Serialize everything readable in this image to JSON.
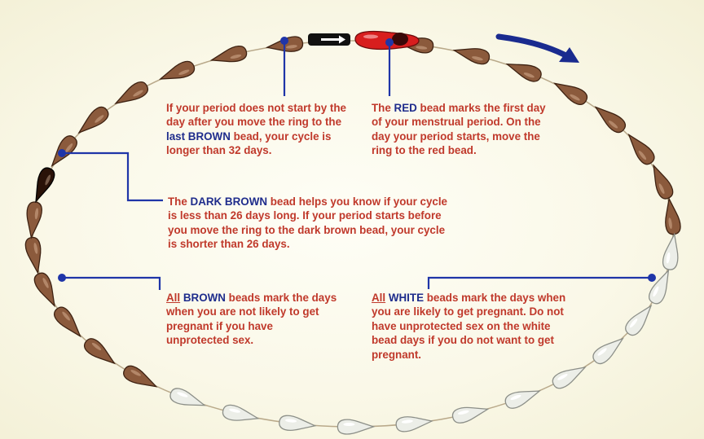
{
  "colors": {
    "text": "#c0392b",
    "keyword": "#1f2d8c",
    "leader": "#1f35a8",
    "brown_bead": "#8b5a3c",
    "dark_brown_bead": "#2a1208",
    "white_bead": "#eceee8",
    "red_bead": "#d81e1e",
    "black_bead": "#111111",
    "arrow": "#1a2b8f"
  },
  "icons": [
    "direction-arrow-icon",
    "ring-arrow-icon"
  ],
  "notes": {
    "last_brown": {
      "t1": "If your period does not start by the day after you move the ring to the ",
      "k1": "last BROWN",
      "t2": " bead, your cycle is longer than 32 days."
    },
    "red": {
      "t1": "The ",
      "k1": "RED",
      "t2": " bead marks the first day of your menstrual period. On the day your period starts, move the ring to the red bead."
    },
    "dark_brown": {
      "t1": "The ",
      "k1": "DARK BROWN",
      "t2": " bead helps you know if your cycle is less than 26 days long. If your period starts before you move the ring to the dark brown bead, your cycle is shorter than 26 days."
    },
    "all_brown": {
      "all": "All",
      "k1": "BROWN",
      "t2": " beads mark the days when you are not likely to get pregnant if you have unprotected sex."
    },
    "all_white": {
      "all": "All",
      "k1": "WHITE",
      "t2": " beads mark the days when you are likely to get pregnant. Do not have unprotected sex on the white bead days if you do not want to get pregnant."
    }
  }
}
